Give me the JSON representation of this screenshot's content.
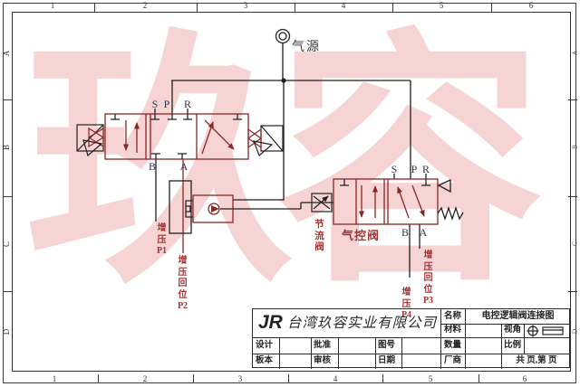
{
  "frame": {
    "top_ruler": [
      "1",
      "2",
      "3",
      "4",
      "5",
      "6"
    ],
    "bottom_ruler": [
      "1",
      "2",
      "3",
      "4",
      "5",
      "6"
    ],
    "left_ruler": [
      "A",
      "B",
      "C",
      "D"
    ],
    "right_ruler": [
      "A",
      "B",
      "C",
      "D"
    ]
  },
  "watermark": {
    "text": "玖容",
    "color": "#ea9a9a"
  },
  "schematic": {
    "air_source": {
      "label": "气源"
    },
    "left_valve": {
      "port_s": "S",
      "port_p": "P",
      "port_r": "R",
      "port_b": "B",
      "port_a": "A"
    },
    "right_valve": {
      "label": "气控阀",
      "port_s": "S",
      "port_p": "P",
      "port_r": "R",
      "port_b": "B",
      "port_a": "A"
    },
    "throttle_valve": {
      "label": "节\n流\n阀"
    },
    "labels": {
      "p1": "增\n压\nP1",
      "p2": "增\n压\n回\n位\nP2",
      "p3": "增\n压\n回\n位\nP3",
      "p4": "增\n压\nP4"
    }
  },
  "title_block": {
    "logo": "JR",
    "company": "台湾玖容实业有限公司",
    "fields": {
      "name_label": "名称",
      "name_value": "电控逻辑阀连接图",
      "material_label": "材料",
      "view_label": "视角",
      "design_label": "设计",
      "approve_label": "批准",
      "drawing_no_label": "图号",
      "quantity_label": "数量",
      "scale_label": "比例",
      "version_label": "板本",
      "review_label": "审核",
      "date_label": "日期",
      "vendor_label": "厂商",
      "pages_label": "共 页,第 页"
    }
  },
  "colors": {
    "line": "#1f1f1f",
    "valve": "#8a2626",
    "label_red": "#a33434"
  }
}
